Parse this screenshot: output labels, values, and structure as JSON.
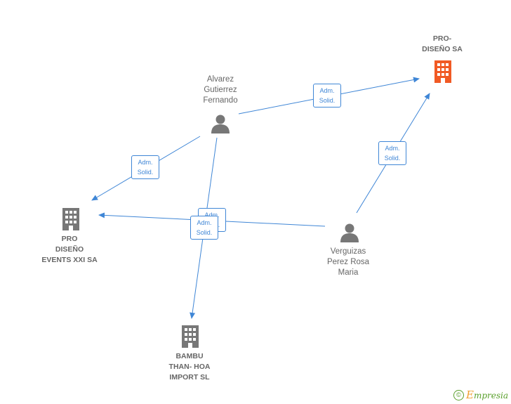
{
  "nodes": {
    "pro_diseno_sa": {
      "label": "PRO-\nDISEÑO SA",
      "color": "#f15a24"
    },
    "alvarez": {
      "label": "Alvarez\nGutierrez\nFernando"
    },
    "pro_diseno_events": {
      "label": "PRO\nDISEÑO\nEVENTS XXI SA"
    },
    "verguizas": {
      "label": "Verguizas\nPerez Rosa\nMaria"
    },
    "bambu": {
      "label": "BAMBU\nTHAN- HOA\nIMPORT SL"
    }
  },
  "edges": {
    "alvarez_to_prodiseno": "Adm.\nSolid.",
    "verguizas_to_prodiseno": "Adm.\nSolid.",
    "alvarez_to_events": "Adm.\nSolid.",
    "verguizas_to_events": "Adm.\nSolid.",
    "alvarez_to_bambu": "Adm.\nSolid."
  },
  "colors": {
    "edge": "#3f86d6",
    "node_gray": "#777777",
    "focus": "#f15a24",
    "brand": "#5aa02c"
  },
  "footer": {
    "copyright": "©",
    "brand_first": "E",
    "brand_rest": "mpresia"
  }
}
